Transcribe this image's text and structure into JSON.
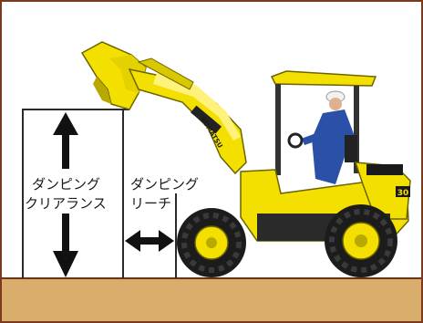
{
  "labels": {
    "dumping_clearance": [
      "ダンピング",
      "クリアランス"
    ],
    "dumping_reach": [
      "ダンピング",
      "リーチ"
    ]
  },
  "machine": {
    "brand": "KOMATSU",
    "model_number": "30"
  },
  "colors": {
    "frame_border": "#7a3a1e",
    "ground": "#d9ad6b",
    "machine_yellow": "#f4e000",
    "arrow": "#111111"
  }
}
